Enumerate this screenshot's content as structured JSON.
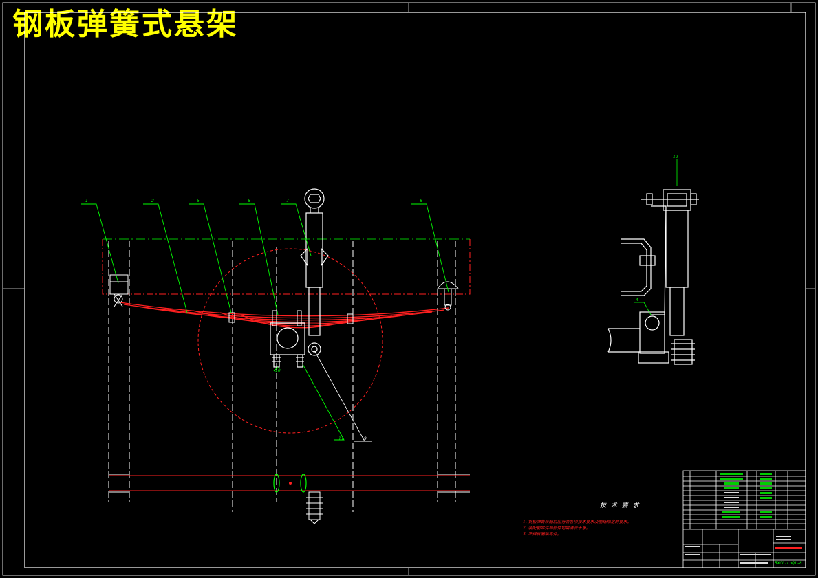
{
  "drawing": {
    "title": "钢板弹簧式悬架"
  },
  "tech_requirements": {
    "title": "技 术 要 求",
    "lines": [
      "1. 钢板弹簧装配后应符合各项技术要求及图纸规定的要求。",
      "2. 装配前零件和部件均需清洗干净。",
      "3. 不得有漏装零件。"
    ]
  },
  "callouts": [
    "1",
    "2",
    "5",
    "6",
    "7",
    "8",
    "10",
    "11",
    "9",
    "12",
    "4"
  ],
  "title_block": {
    "code": "BXCL-LoQt-8"
  },
  "colors": {
    "background": "#000000",
    "frame": "#ffffff",
    "spring": "#ff2020",
    "leader": "#00ff00",
    "title": "#ffff00"
  }
}
